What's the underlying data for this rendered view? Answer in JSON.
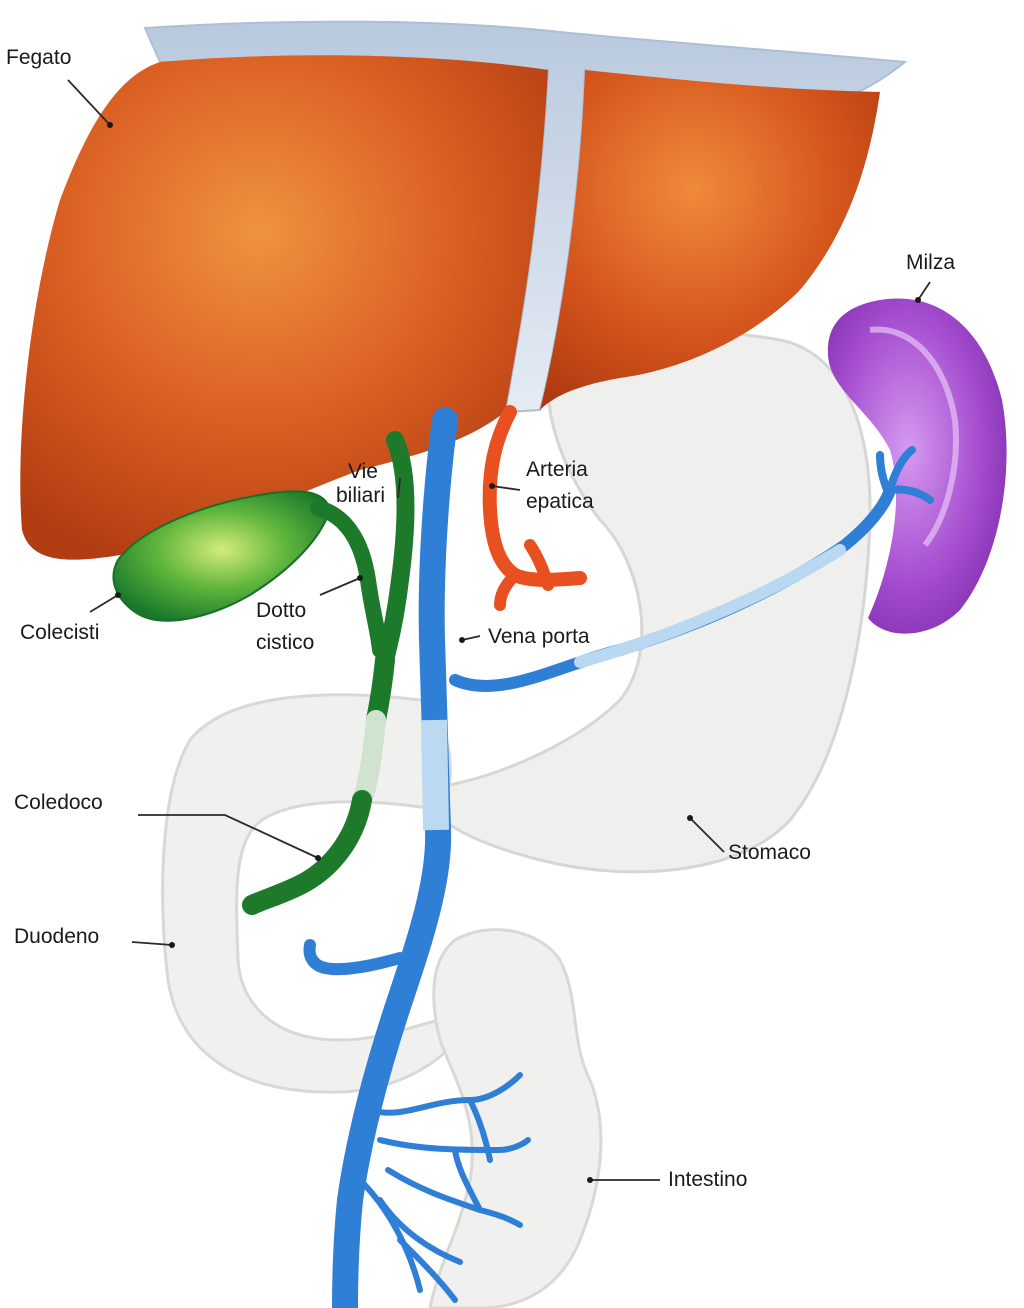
{
  "labels": {
    "fegato": "Fegato",
    "milza": "Milza",
    "vie_biliari_1": "Vie",
    "vie_biliari_2": "biliari",
    "arteria_epatica_1": "Arteria",
    "arteria_epatica_2": "epatica",
    "colecisti": "Colecisti",
    "dotto_cistico_1": "Dotto",
    "dotto_cistico_2": "cistico",
    "vena_porta": "Vena porta",
    "coledoco": "Coledoco",
    "stomaco": "Stomaco",
    "duodeno": "Duodeno",
    "intestino": "Intestino"
  },
  "colors": {
    "liver": "#c94a1a",
    "liver_light": "#e8782e",
    "ligament": "#c9d6e6",
    "spleen": "#9a3fc4",
    "spleen_light": "#c98ae6",
    "gallbladder": "#1f8a2a",
    "gallbladder_light": "#b9e06a",
    "bile_duct": "#1d7a2a",
    "portal_vein": "#2f7fd6",
    "portal_vein_light": "#7ab8f0",
    "artery": "#e8501f",
    "stomach": "#efefee",
    "stomach_edge": "#d8d8d6",
    "leader": "#2a2a2a"
  }
}
